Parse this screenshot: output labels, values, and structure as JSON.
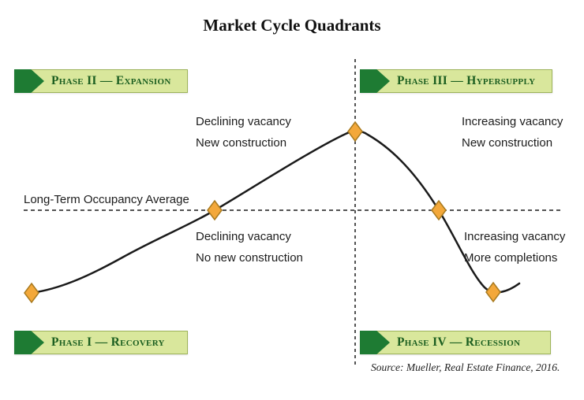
{
  "title": "Market Cycle Quadrants",
  "phases": {
    "expansion": {
      "label": "Phase II — Expansion"
    },
    "hypersupply": {
      "label": "Phase III — Hypersupply"
    },
    "recovery": {
      "label": "Phase I — Recovery"
    },
    "recession": {
      "label": "Phase IV — Recession"
    }
  },
  "annotations": {
    "expansion_upper": {
      "line1": "Declining vacancy",
      "line2": "New construction"
    },
    "hypersupply_upper": {
      "line1": "Increasing vacancy",
      "line2": "New construction"
    },
    "recovery_lower": {
      "line1": "Declining vacancy",
      "line2": "No new construction"
    },
    "recession_lower": {
      "line1": "Increasing vacancy",
      "line2": "More completions"
    }
  },
  "occupancy_label": "Long-Term Occupancy Average",
  "source": "Source: Mueller, Real Estate Finance, 2016.",
  "colors": {
    "banner_fill": "#d9e79c",
    "banner_border": "#9db35a",
    "banner_arrow": "#1e7b33",
    "phase_text": "#1b5e20",
    "marker_fill": "#f3a83a",
    "marker_stroke": "#a87a1f",
    "curve": "#1a1a1a"
  }
}
